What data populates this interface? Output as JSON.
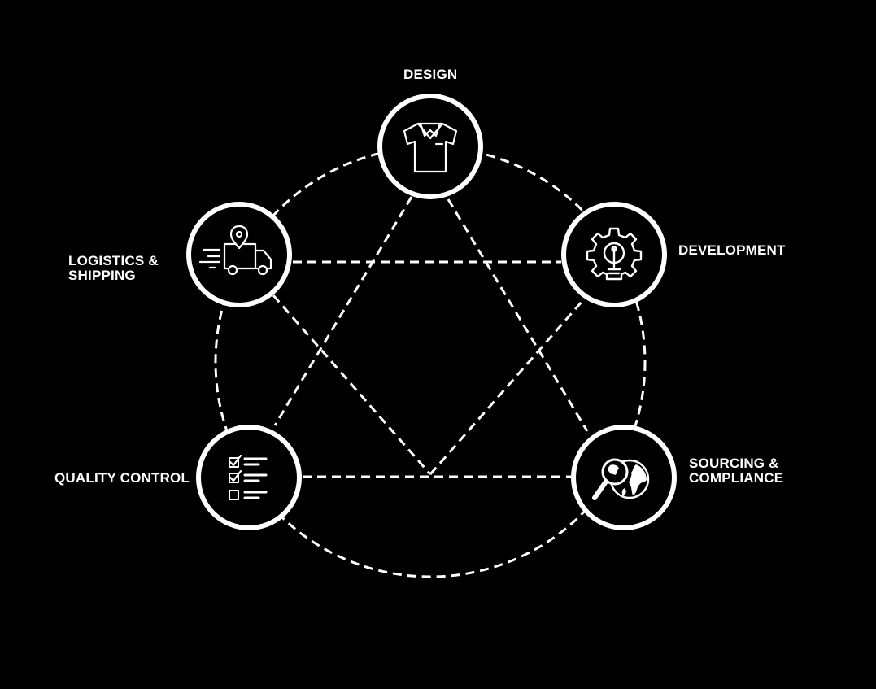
{
  "colors": {
    "background": "#000000",
    "foreground": "#ffffff"
  },
  "nodes": {
    "design": {
      "label": "DESIGN",
      "icon": "t-shirt-icon"
    },
    "development": {
      "label": "DEVELOPMENT",
      "icon": "gear-lightbulb-icon"
    },
    "sourcing": {
      "label_line1": "SOURCING &",
      "label_line2": "COMPLIANCE",
      "icon": "magnifier-globe-icon"
    },
    "quality": {
      "label": "QUALITY CONTROL",
      "icon": "checklist-icon"
    },
    "logistics": {
      "label_line1": "LOGISTICS &",
      "label_line2": "SHIPPING",
      "icon": "delivery-truck-icon"
    }
  }
}
